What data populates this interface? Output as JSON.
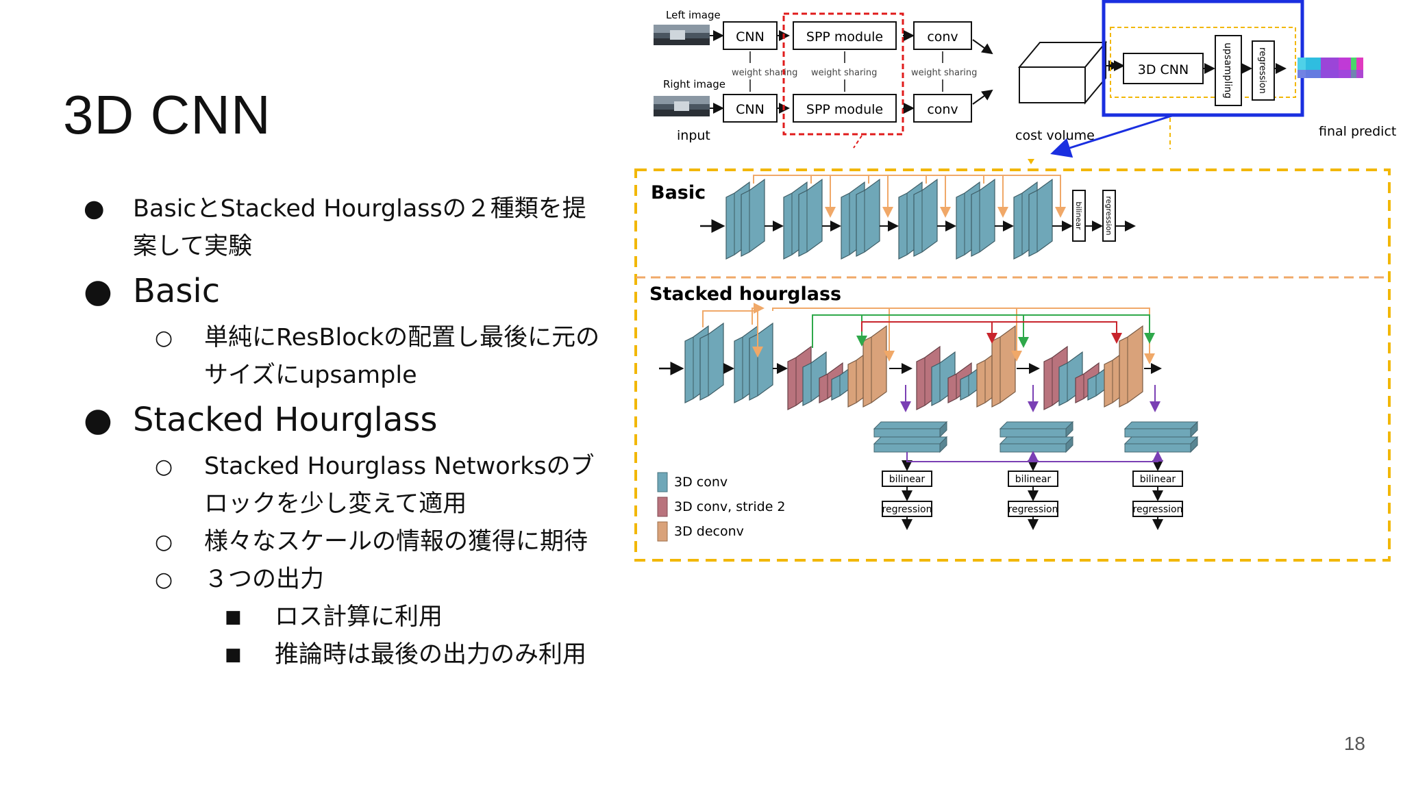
{
  "slide": {
    "title": "3D CNN",
    "page_number": "18",
    "bullets": [
      {
        "level": 1,
        "size": "md",
        "marker": "●",
        "text": "BasicとStacked Hourglassの２種類を提案して実験"
      },
      {
        "level": 1,
        "size": "lg",
        "marker": "●",
        "text": "Basic"
      },
      {
        "level": 2,
        "size": "md",
        "marker": "○",
        "text": "単純にResBlockの配置し最後に元のサイズにupsample"
      },
      {
        "level": 1,
        "size": "lg",
        "marker": "●",
        "text": "Stacked Hourglass"
      },
      {
        "level": 2,
        "size": "md",
        "marker": "○",
        "text": "Stacked Hourglass Networksのブロックを少し変えて適用"
      },
      {
        "level": 2,
        "size": "md",
        "marker": "○",
        "text": "様々なスケールの情報の獲得に期待"
      },
      {
        "level": 2,
        "size": "md",
        "marker": "○",
        "text": "３つの出力"
      },
      {
        "level": 3,
        "size": "md",
        "marker": "■",
        "text": "ロス計算に利用"
      },
      {
        "level": 3,
        "size": "md",
        "marker": "■",
        "text": "推論時は最後の出力のみ利用"
      }
    ]
  },
  "figure": {
    "left_image_label": "Left image",
    "right_image_label": "Right image",
    "input_label": "input",
    "cnn_label": "CNN",
    "spp_label": "SPP module",
    "conv_label": "conv",
    "weight_sharing_label": "weight sharing",
    "cost_volume_label": "cost volume",
    "cnn3d_label": "3D CNN",
    "upsampling_label": "upsampling",
    "regression_label": "regression",
    "final_prediction_label": "final prediction",
    "basic_label": "Basic",
    "stacked_label": "Stacked hourglass",
    "bilinear_label": "bilinear",
    "legend": {
      "conv": "3D conv",
      "conv_stride": "3D conv, stride 2",
      "deconv": "3D deconv"
    },
    "colors": {
      "conv": "#6fa7b8",
      "conv_stride": "#b9737d",
      "deconv": "#d9a27a",
      "spp_border": "#e01b1b",
      "cnn3d_border": "#1a2fe0",
      "dashed_box": "#f2b705",
      "skip_orange": "#f0a868",
      "skip_green": "#2ea84a",
      "skip_red": "#c8242c",
      "skip_purple": "#7a3fb4"
    }
  }
}
